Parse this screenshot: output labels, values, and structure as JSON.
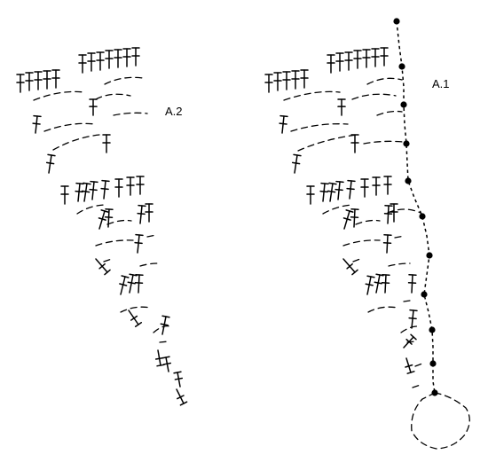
{
  "diagrams": [
    {
      "id": "A.2",
      "label": "A.2"
    },
    {
      "id": "A.1",
      "label": "A.1"
    }
  ],
  "colors": {
    "ink": "#000000",
    "background": "#ffffff"
  },
  "symbols": [
    "treble-crochet-symbol",
    "chain-stitch-symbol",
    "slip-stitch-symbol",
    "magic-ring-symbol"
  ]
}
